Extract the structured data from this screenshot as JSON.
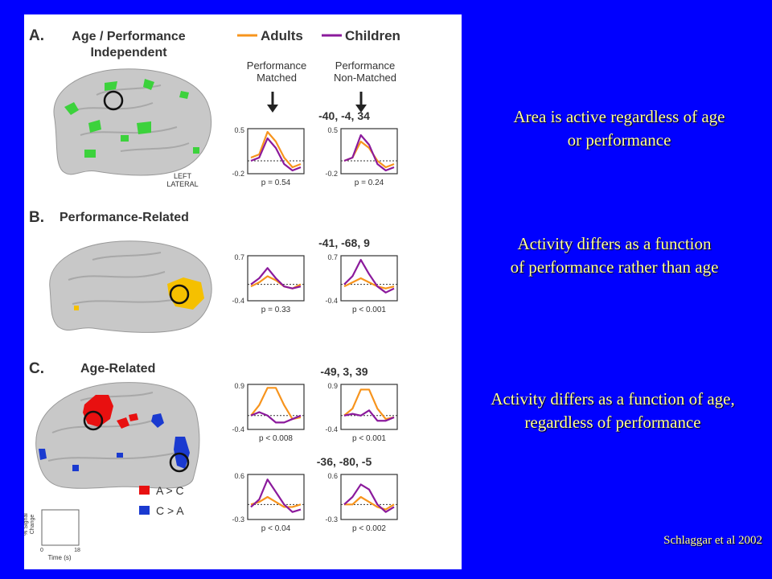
{
  "figure": {
    "legend": {
      "adults": "Adults",
      "children": "Children",
      "adults_color": "#f7941d",
      "children_color": "#8b1a9c"
    },
    "colors": {
      "brain": "#c8c8c8",
      "green": "#3cd23c",
      "red": "#e81010",
      "blue": "#1a3ad0",
      "yellow": "#f5c000"
    },
    "column_headers": {
      "matched": "Performance\nMatched",
      "non_matched": "Performance\nNon-Matched"
    },
    "panels": {
      "a": {
        "letter": "A.",
        "title": "Age / Performance\nIndependent",
        "brain_label": "LEFT\nLATERAL"
      },
      "b": {
        "letter": "B.",
        "title": "Performance-Related"
      },
      "c": {
        "letter": "C.",
        "title": "Age-Related",
        "key_ac": "A > C",
        "key_ca": "C > A"
      }
    },
    "scale_inset": {
      "ylabel": "% Signal\nChange",
      "xlabel": "Time (s)",
      "x0": "0",
      "x1": "18"
    }
  },
  "captions": {
    "a": "Area is active regardless of age\nor performance",
    "b": "Activity differs as a function\nof performance rather than age",
    "c": "Activity differs as a function of age,\nregardless of performance"
  },
  "citation": "Schlaggar et al 2002",
  "chart_data": [
    {
      "type": "line",
      "title": "-40, -4, 34",
      "subtitle": "p = 0.54",
      "ylim": [
        -0.2,
        0.5
      ],
      "ytick_top": "0.5",
      "ytick_bottom": "-0.2",
      "x": [
        0,
        1,
        2,
        3,
        4,
        5,
        6
      ],
      "series": [
        {
          "name": "Adults",
          "values": [
            0.05,
            0.1,
            0.45,
            0.3,
            0.05,
            -0.1,
            -0.05
          ]
        },
        {
          "name": "Children",
          "values": [
            0.0,
            0.05,
            0.35,
            0.2,
            -0.05,
            -0.15,
            -0.1
          ]
        }
      ]
    },
    {
      "type": "line",
      "title": "",
      "subtitle": "p = 0.24",
      "ylim": [
        -0.2,
        0.5
      ],
      "ytick_top": "0.5",
      "ytick_bottom": "-0.2",
      "x": [
        0,
        1,
        2,
        3,
        4,
        5,
        6
      ],
      "series": [
        {
          "name": "Adults",
          "values": [
            0.0,
            0.05,
            0.3,
            0.2,
            0.0,
            -0.1,
            -0.05
          ]
        },
        {
          "name": "Children",
          "values": [
            0.0,
            0.05,
            0.4,
            0.25,
            -0.05,
            -0.15,
            -0.1
          ]
        }
      ]
    },
    {
      "type": "line",
      "title": "-41, -68, 9",
      "subtitle": "p = 0.33",
      "ylim": [
        -0.4,
        0.7
      ],
      "ytick_top": "0.7",
      "ytick_bottom": "-0.4",
      "x": [
        0,
        1,
        2,
        3,
        4,
        5,
        6
      ],
      "series": [
        {
          "name": "Adults",
          "values": [
            -0.05,
            0.05,
            0.2,
            0.1,
            -0.05,
            -0.1,
            0.0
          ]
        },
        {
          "name": "Children",
          "values": [
            0.0,
            0.15,
            0.4,
            0.15,
            -0.05,
            -0.1,
            -0.05
          ]
        }
      ]
    },
    {
      "type": "line",
      "title": "",
      "subtitle": "p < 0.001",
      "ylim": [
        -0.4,
        0.7
      ],
      "ytick_top": "0.7",
      "ytick_bottom": "-0.4",
      "x": [
        0,
        1,
        2,
        3,
        4,
        5,
        6
      ],
      "series": [
        {
          "name": "Adults",
          "values": [
            -0.05,
            0.05,
            0.15,
            0.05,
            -0.05,
            -0.1,
            -0.05
          ]
        },
        {
          "name": "Children",
          "values": [
            0.0,
            0.2,
            0.6,
            0.25,
            -0.05,
            -0.2,
            -0.1
          ]
        }
      ]
    },
    {
      "type": "line",
      "title": "-49, 3, 39",
      "subtitle": "p < 0.008",
      "ylim": [
        -0.4,
        0.9
      ],
      "ytick_top": "0.9",
      "ytick_bottom": "-0.4",
      "x": [
        0,
        1,
        2,
        3,
        4,
        5,
        6
      ],
      "series": [
        {
          "name": "Adults",
          "values": [
            0.0,
            0.3,
            0.8,
            0.8,
            0.3,
            -0.1,
            -0.05
          ]
        },
        {
          "name": "Children",
          "values": [
            0.0,
            0.1,
            0.0,
            -0.2,
            -0.2,
            -0.1,
            0.0
          ]
        }
      ]
    },
    {
      "type": "line",
      "title": "",
      "subtitle": "p < 0.001",
      "ylim": [
        -0.4,
        0.9
      ],
      "ytick_top": "0.9",
      "ytick_bottom": "-0.4",
      "x": [
        0,
        1,
        2,
        3,
        4,
        5,
        6
      ],
      "series": [
        {
          "name": "Adults",
          "values": [
            0.0,
            0.2,
            0.75,
            0.75,
            0.2,
            -0.1,
            -0.05
          ]
        },
        {
          "name": "Children",
          "values": [
            0.0,
            0.05,
            0.0,
            0.15,
            -0.15,
            -0.15,
            -0.05
          ]
        }
      ]
    },
    {
      "type": "line",
      "title": "-36, -80, -5",
      "subtitle": "p < 0.04",
      "ylim": [
        -0.3,
        0.6
      ],
      "ytick_top": "0.6",
      "ytick_bottom": "-0.3",
      "x": [
        0,
        1,
        2,
        3,
        4,
        5,
        6
      ],
      "series": [
        {
          "name": "Adults",
          "values": [
            0.0,
            0.05,
            0.15,
            0.05,
            -0.05,
            -0.05,
            0.0
          ]
        },
        {
          "name": "Children",
          "values": [
            -0.05,
            0.1,
            0.5,
            0.25,
            0.0,
            -0.15,
            -0.1
          ]
        }
      ]
    },
    {
      "type": "line",
      "title": "",
      "subtitle": "p < 0.002",
      "ylim": [
        -0.3,
        0.6
      ],
      "ytick_top": "0.6",
      "ytick_bottom": "-0.3",
      "x": [
        0,
        1,
        2,
        3,
        4,
        5,
        6
      ],
      "series": [
        {
          "name": "Adults",
          "values": [
            0.0,
            0.0,
            0.15,
            0.05,
            -0.05,
            -0.1,
            0.0
          ]
        },
        {
          "name": "Children",
          "values": [
            0.0,
            0.15,
            0.4,
            0.3,
            0.0,
            -0.15,
            -0.05
          ]
        }
      ]
    }
  ]
}
